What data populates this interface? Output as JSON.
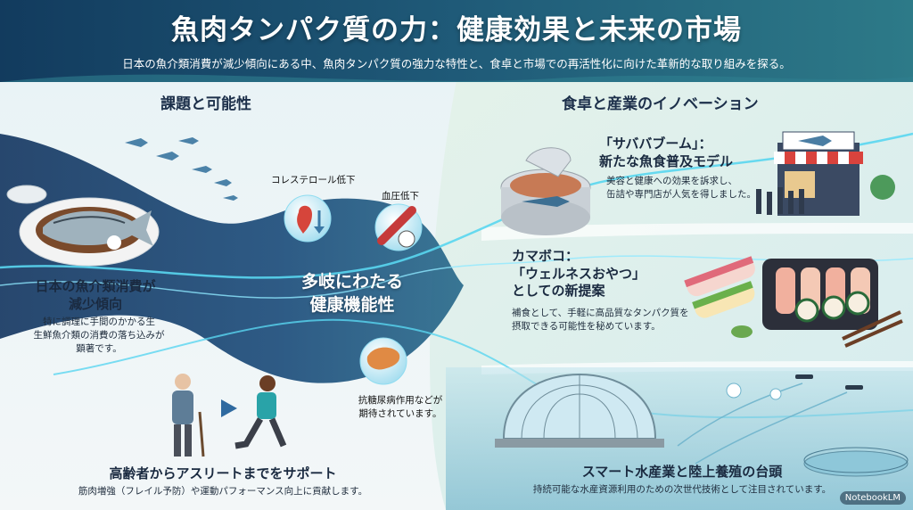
{
  "title": "魚肉タンパク質の力：健康効果と未来の市場",
  "subtitle": "日本の魚介類消費が減少傾向にある中、魚肉タンパク質の強力な特性と、食卓と市場での再活性化に向けた革新的な取り組みを探る。",
  "left": {
    "section_title": "課題と可能性",
    "consumption": {
      "heading_line1": "日本の魚介類消費が",
      "heading_line2": "減少傾向",
      "body_line1": "特に調理に手間のかかる生",
      "body_line2": "生鮮魚介類の消費の落ち込みが",
      "body_line3": "顕著です。"
    },
    "support": {
      "heading": "高齢者からアスリートまでをサポート",
      "body": "筋肉増強（フレイル予防）や運動パフォーマンス向上に貢献します。"
    }
  },
  "center": {
    "label_line1": "多岐にわたる",
    "label_line2": "健康機能性",
    "cholesterol": "コレステロール低下",
    "blood_pressure": "血圧低下",
    "diabetes_line1": "抗糖尿病作用などが",
    "diabetes_line2": "期待されています。"
  },
  "right": {
    "section_title": "食卓と産業のイノベーション",
    "saba": {
      "heading_line1": "「サババブーム」：",
      "heading_line2": "新たな魚食普及モデル",
      "body_line1": "美容と健康への効果を訴求し、",
      "body_line2": "缶詰や専門店が人気を得しました。"
    },
    "kamaboko": {
      "heading_line1": "カマボコ：",
      "heading_line2": "「ウェルネスおやつ」",
      "heading_line3": "としての新提案",
      "body_line1": "補食として、手軽に高品質なタンパク質を",
      "body_line2": "摂取できる可能性を秘めています。"
    },
    "aquaculture": {
      "heading": "スマート水産業と陸上養殖の台頭",
      "body": "持続可能な水産資源利用のための次世代技術として注目されています。"
    }
  },
  "badge": "NotebookLM",
  "colors": {
    "header_bg": "#1d4f6e",
    "wave_dark": "#173a63",
    "glow": "#59d6f0",
    "heading_text": "#1a2a40"
  }
}
